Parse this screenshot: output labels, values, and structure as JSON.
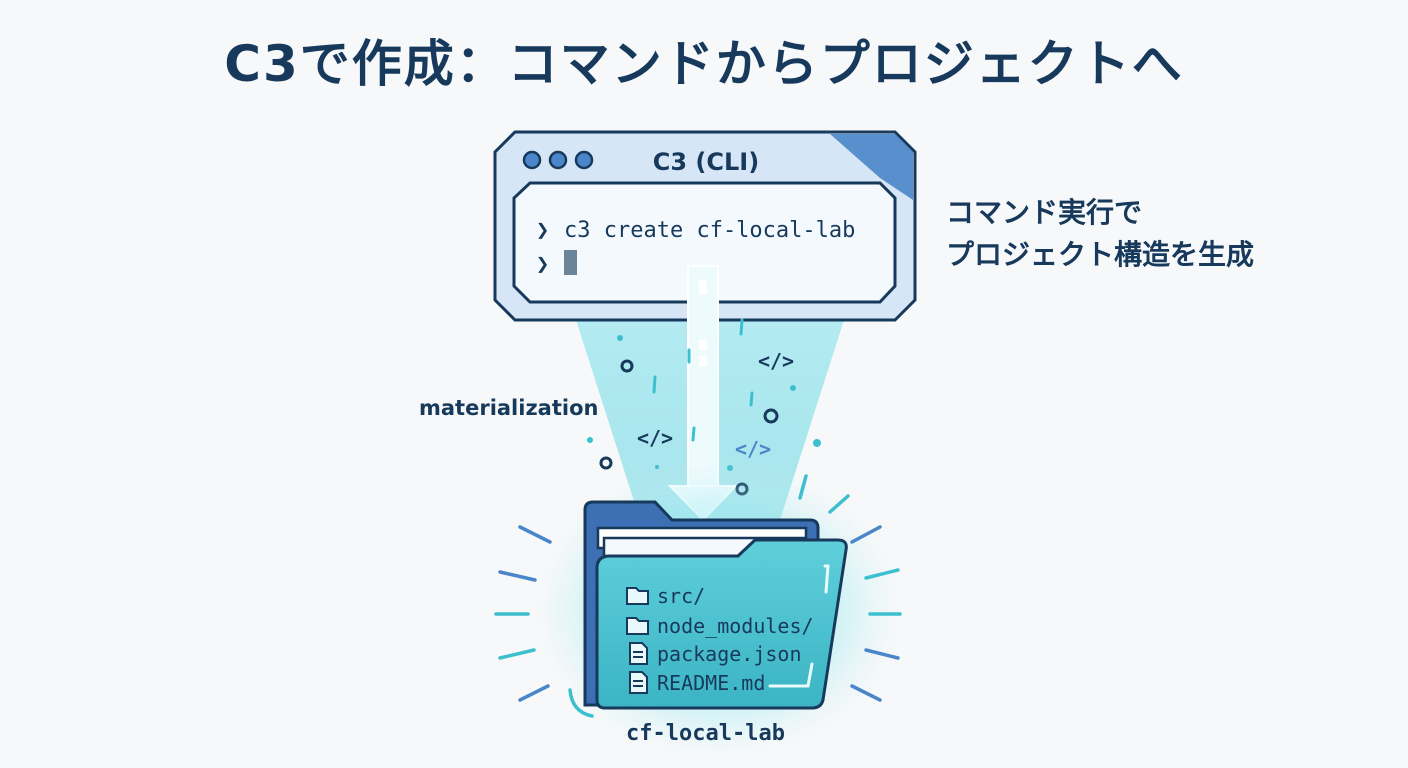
{
  "page": {
    "title": "C3で作成：コマンドからプロジェクトへ"
  },
  "terminal": {
    "window_title": "C3 (CLI)",
    "prompt_symbol": "❯",
    "command": "c3 create cf-local-lab"
  },
  "side_note": {
    "line1": "コマンド実行で",
    "line2": "プロジェクト構造を生成"
  },
  "process": {
    "label": "materialization",
    "code_tag": "</>"
  },
  "folder": {
    "name": "cf-local-lab",
    "items": [
      {
        "name": "src/",
        "icon": "folder-icon"
      },
      {
        "name": "node_modules/",
        "icon": "folder-icon"
      },
      {
        "name": "package.json",
        "icon": "file-icon"
      },
      {
        "name": "README.md",
        "icon": "file-icon"
      }
    ]
  },
  "colors": {
    "navy": "#173a5c",
    "terminal_blue": "#4a86c9",
    "teal": "#3cc0cf",
    "cyan_glow": "#8ee6ef"
  }
}
